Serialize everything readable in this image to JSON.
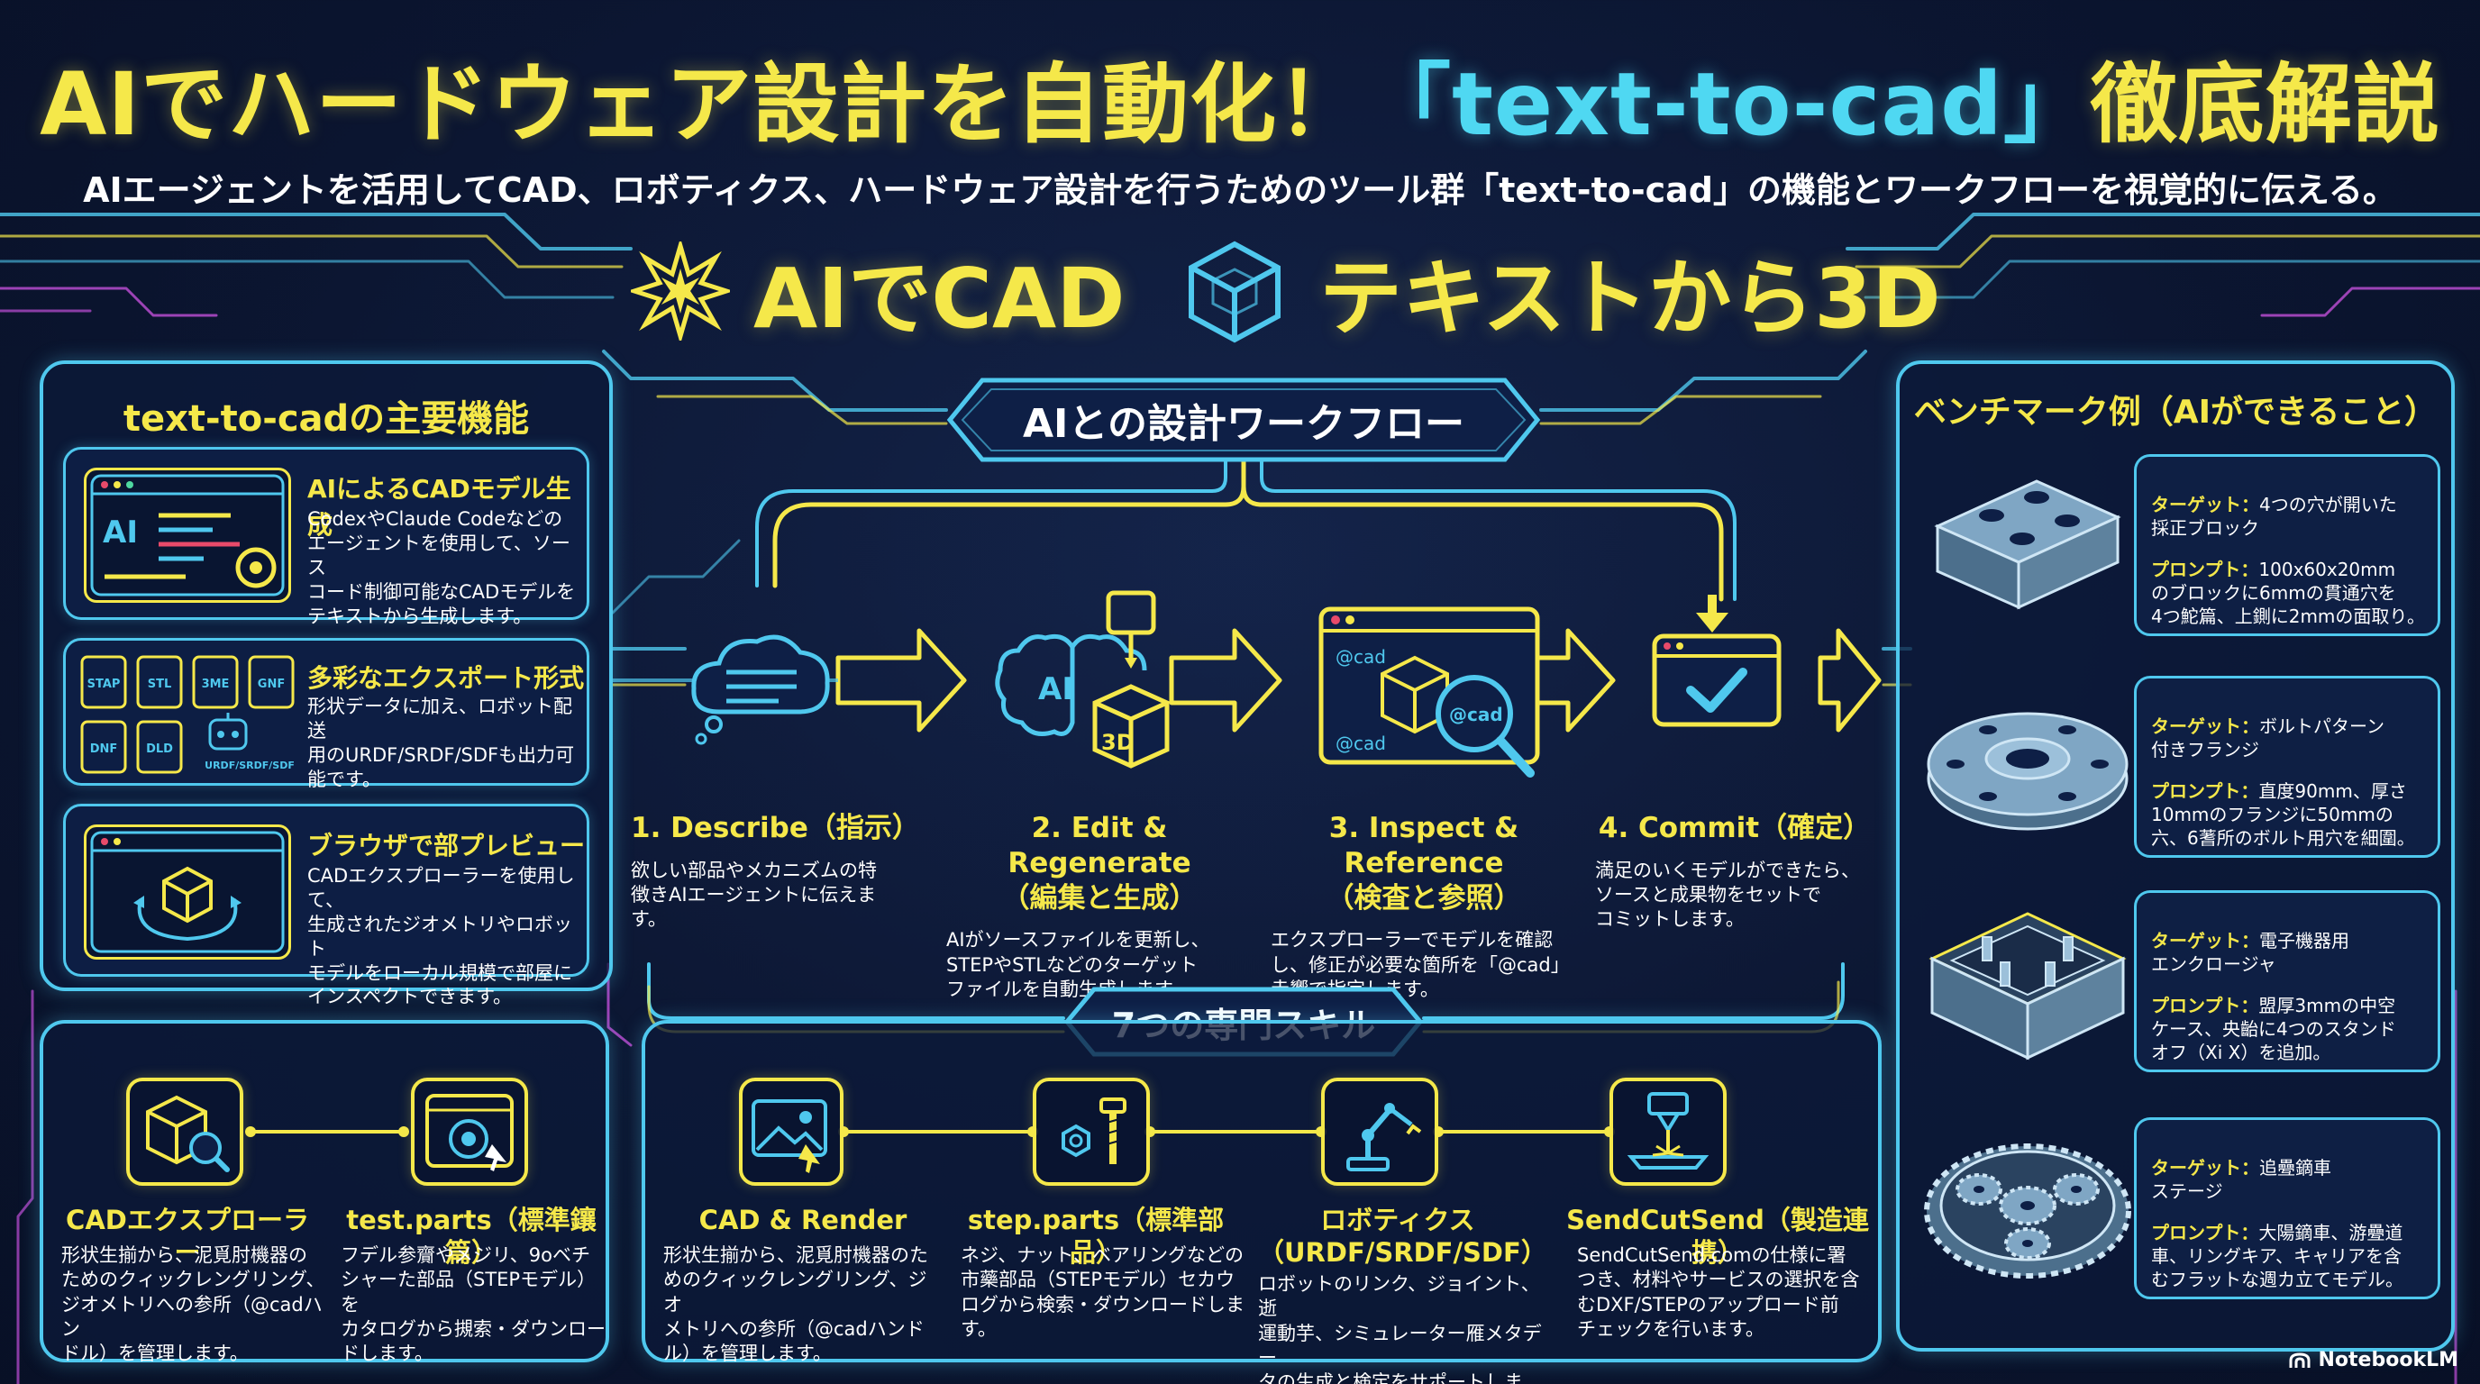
{
  "header": {
    "title_part1": "AIでハードウェア設計を自動化！",
    "title_part2": "「text-to-cad」",
    "title_part3": "徹底解説",
    "subtitle": "AIエージェントを活用してCAD、ロボティクス、ハードウェア設計を行うためのツール群「text-to-cad」の機能とワークフローを視覚的に伝える。"
  },
  "taglines": {
    "left": "AIでCAD",
    "right": "テキストから3D"
  },
  "features_panel": {
    "title": "text-to-cadの主要機能",
    "items": [
      {
        "title": "AIによるCADモデル生成",
        "desc": "CodexやClaude Codeなどの\nエージェントを使用して、ソース\nコード制御可能なCADモデルを\nテキストから生成します。"
      },
      {
        "title": "多彩なエクスポート形式",
        "desc": "形状データに加え、ロボット配送\n用のURDF/SRDF/SDFも出力可\n能です。",
        "file_labels": [
          "STAP",
          "STL",
          "3ME",
          "GNF",
          "DNF",
          "DLD",
          "URDF/SRDF/SDF"
        ]
      },
      {
        "title": "ブラウザで部プレビュー",
        "desc": "CADエクスプローラーを使用して、\n生成されたジオメトリやロボット\nモデルをローカル規模で部屋に\nインスペクトできます。"
      }
    ]
  },
  "workflow": {
    "title": "AIとの設計ワークフロー",
    "steps": [
      {
        "title": "1. Describe（指示）",
        "desc": "欲しい部品やメカニズムの特\n徴きAIエージェントに伝えま\nす。"
      },
      {
        "title": "2. Edit & Regenerate\n（編集と生成）",
        "desc": "AIがソースファイルを更新し、\nSTEPやSTLなどのターゲット\nファイルを自動生成します。",
        "icon_labels": [
          "AI",
          "3D"
        ]
      },
      {
        "title": "3. Inspect & Reference\n（検査と参照）",
        "desc": "エクスプローラーでモデルを確認\nし、修正が必要な箇所を「@cad」\n赤響で指定します。",
        "icon_labels": [
          "@cad",
          "@cad",
          "@cad"
        ]
      },
      {
        "title": "4. Commit（確定）",
        "desc": "満足のいくモデルができたら、\nソースと成果物をセットで\nコミットします。"
      }
    ]
  },
  "skills": {
    "title": "7つの専門スキル",
    "items": [
      {
        "title": "CADエクスプローラー",
        "desc": "形状生揃から、泥覓肘機器の\nためのクィックレングリング、\nジオメトリへの参所（@cadハン\nドル）を管理します。"
      },
      {
        "title": "test.parts（標準鑲篇）",
        "desc": "フデル参齎やメジリ、9oベチ\nシャーた部品（STEPモデル）を\nカタログから摫索・ダウンロー\nドします。"
      },
      {
        "title": "CAD & Render",
        "desc": "形状生揃から、泥覓肘機器のた\nめのクィックレングリング、ジオ\nメトリへの参所（@cadハンド\nル）を管理します。"
      },
      {
        "title": "step.parts（標準部品）",
        "desc": "ネジ、ナット、ベアリングなどの\n市藥部品（STEPモデル）セカウ\nログから検索・ダウンロードしま\nす。"
      },
      {
        "title": "ロボティクス\n（URDF/SRDF/SDF）",
        "desc": "ロボットのリンク、ジョイント、逝\n運動芋、シミュレーター雁メタデー\nタの生成と検定をサポートします。"
      },
      {
        "title": "SendCutSend（製造連携）",
        "desc": "SendCutSend.comの仕様に署\nつき、材料やサービスの選択を含\nむDXF/STEPのアップロード前\nチェックを行います。"
      }
    ]
  },
  "benchmarks": {
    "title": "ベンチマーク例（AIができること）",
    "target_label": "ターゲット：",
    "prompt_label": "プロンプト：",
    "items": [
      {
        "target": "4つの穴が開いた\n採正ブロック",
        "prompt": "100x60x20mm\nのブロックに6mmの貫通穴を\n4つ鮀篇、上鍘に2mmの面取り。"
      },
      {
        "target": "ボルトパターン\n付きフランジ",
        "prompt": "直度90mm、厚さ\n10mmのフランジに50mmの\n六、6蓍所のボルト用穴を細圍。"
      },
      {
        "target": "電子機器用\nエンクロージャ",
        "prompt": "盟厚3mmの中空\nケース、央齝に4つのスタンド\nオフ（Xi X）を追加。"
      },
      {
        "target": "追疉鏑車\nステージ",
        "prompt": "大陽鏑車、游疉道\n車、リングキア、キャリアを含\nむフラットな週カ立てモデル。"
      }
    ]
  },
  "brand": "NotebookLM",
  "colors": {
    "accent_yellow": "#f5e84a",
    "accent_cyan": "#4fc8ee",
    "background": "#0b1530",
    "magenta_trace": "#c04fd8"
  }
}
